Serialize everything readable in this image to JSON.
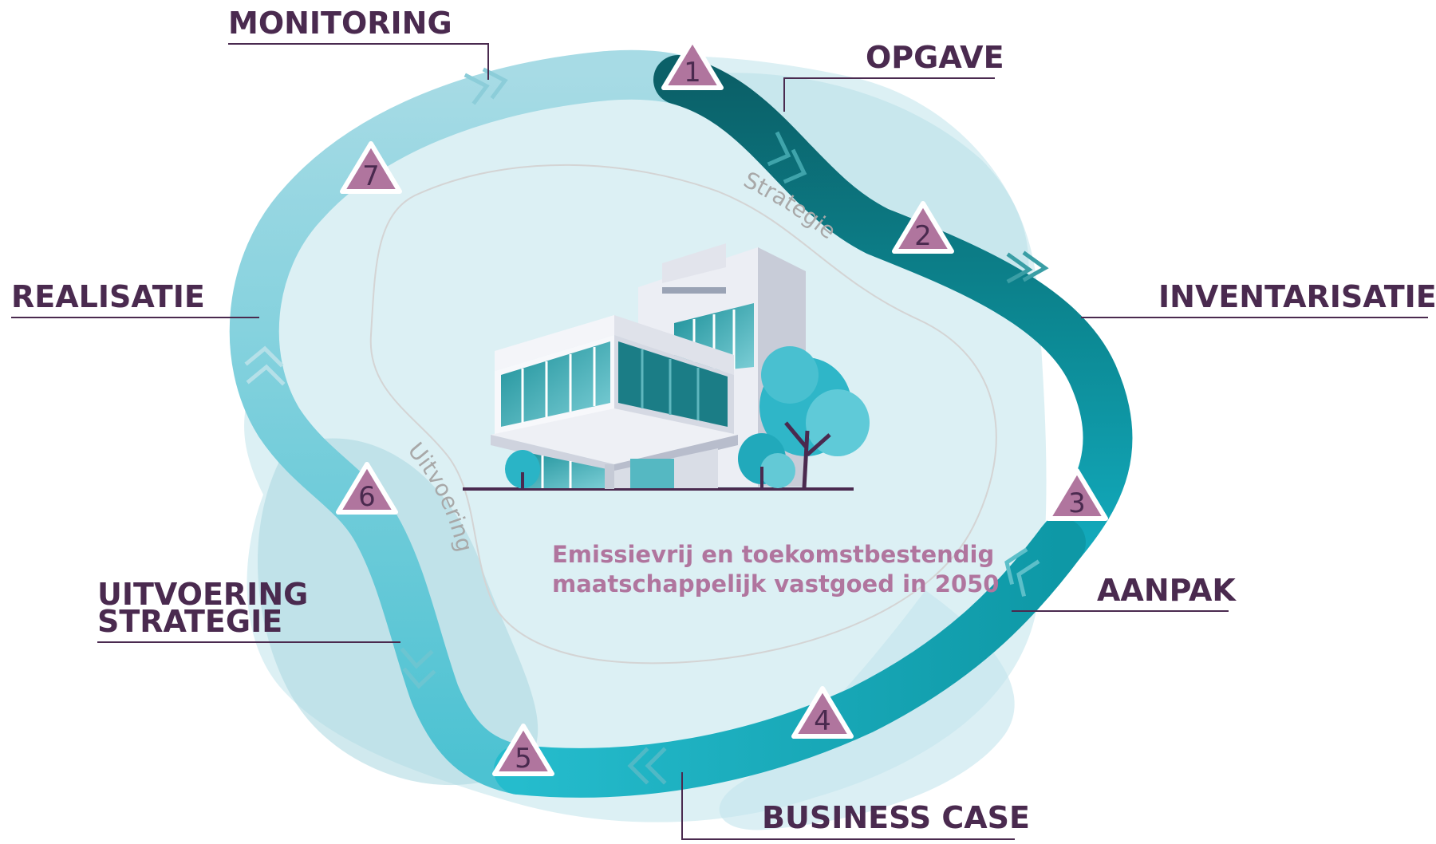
{
  "phases": {
    "monitoring": "MONITORING",
    "opgave": "OPGAVE",
    "inventarisatie": "INVENTARISATIE",
    "aanpak": "AANPAK",
    "business_case": "BUSINESS CASE",
    "uitvoering_strategie_line1": "UITVOERING",
    "uitvoering_strategie_line2": "STRATEGIE",
    "realisatie": "REALISATIE"
  },
  "steps": [
    "1",
    "2",
    "3",
    "4",
    "5",
    "6",
    "7"
  ],
  "inner_labels": {
    "strategie": "Strategie",
    "uitvoering": "Uitvoering"
  },
  "center": {
    "line1": "Emissievrij en toekomstbestendig",
    "line2": "maatschappelijk vastgoed in 2050"
  },
  "colors": {
    "label_text": "#4a2a4f",
    "step_marker": "#b0759e",
    "center_text": "#b0759e",
    "band_dark": "#0b6a70",
    "band_mid": "#0d8d98",
    "band_bright": "#14b3c6",
    "band_light": "#9dd6e1",
    "halo": "#cde9ef"
  },
  "icons": {
    "building": "office-building-icon",
    "trees": "tree-icon"
  }
}
